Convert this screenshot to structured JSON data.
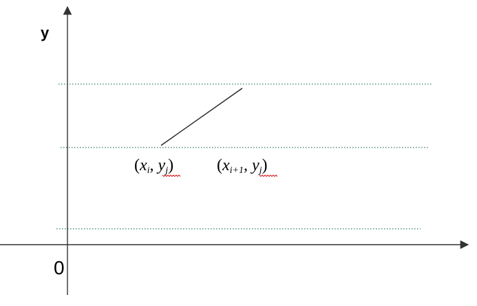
{
  "axes": {
    "y_label": "y",
    "origin_label": "0"
  },
  "points": [
    {
      "open": "(",
      "x": "x",
      "x_sub": "i",
      "sep": ", ",
      "y": "y",
      "y_sub": "j",
      "close": ")"
    },
    {
      "open": "(",
      "x": "x",
      "x_sub": "i+1",
      "sep": ", ",
      "y": "y",
      "y_sub": "j",
      "close": ")"
    }
  ],
  "colors": {
    "axis": "#333333",
    "gridline": "#2e7d5b",
    "segment": "#222222",
    "spellcheck": "#d00000"
  }
}
